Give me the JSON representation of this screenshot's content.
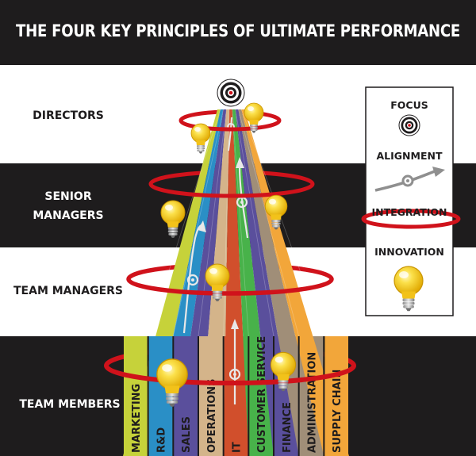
{
  "title": "THE FOUR KEY PRINCIPLES OF ULTIMATE PERFORMANCE",
  "levels": [
    {
      "id": "directors",
      "label_lines": [
        "DIRECTORS"
      ]
    },
    {
      "id": "senior-managers",
      "label_lines": [
        "SENIOR",
        "MANAGERS"
      ]
    },
    {
      "id": "team-managers",
      "label_lines": [
        "TEAM MANAGERS"
      ]
    },
    {
      "id": "team-members",
      "label_lines": [
        "TEAM MEMBERS"
      ]
    }
  ],
  "departments": [
    {
      "label": "MARKETING",
      "color": "#c6d23a"
    },
    {
      "label": "R&D",
      "color": "#2a8fc6"
    },
    {
      "label": "SALES",
      "color": "#5a4f9c"
    },
    {
      "label": "OPERATIONS",
      "color": "#d4b48a"
    },
    {
      "label": "IT",
      "color": "#d14f2c"
    },
    {
      "label": "CUSTOMER SERVICE",
      "color": "#48b24a"
    },
    {
      "label": "FINANCE",
      "color": "#5a4f9c"
    },
    {
      "label": "ADMINISTRATION",
      "color": "#a08e78"
    },
    {
      "label": "SUPPLY CHAIN",
      "color": "#f2a63a"
    }
  ],
  "legend": {
    "focus": "FOCUS",
    "alignment": "ALIGNMENT",
    "integration": "INTEGRATION",
    "innovation": "INNOVATION"
  },
  "colors": {
    "band_dark": "#1e1c1d",
    "ring_red": "#d0121b",
    "bulb_yellow": "#f7c817"
  }
}
